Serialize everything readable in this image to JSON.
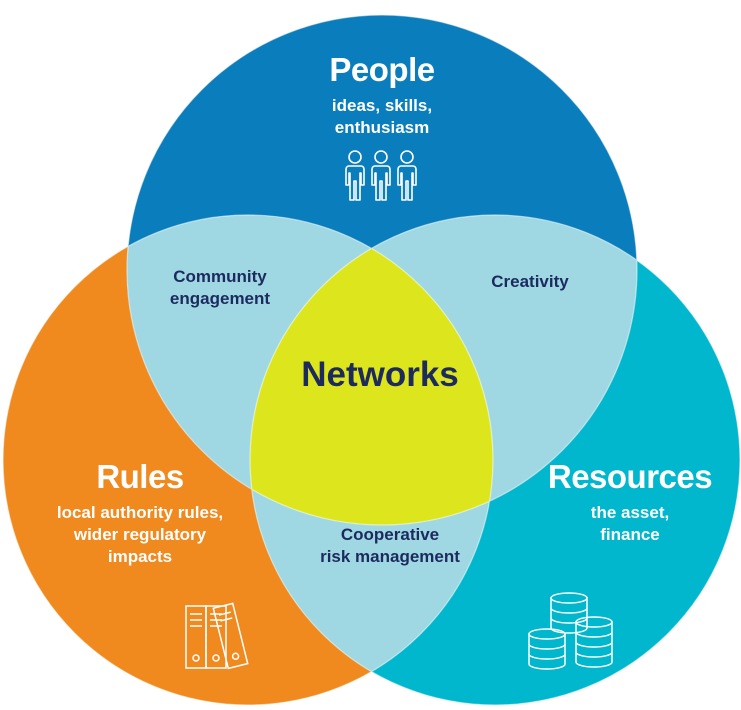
{
  "colors": {
    "people": "#0a7dbc",
    "rules": "#f08a1f",
    "resources": "#00b7cd",
    "overlap": "#9fd8e2",
    "center": "#dde61c",
    "dark_text": "#1c2a5e"
  },
  "people": {
    "title": "People",
    "subtitle_line1": "ideas, skills,",
    "subtitle_line2": "enthusiasm",
    "icon": "people-icon"
  },
  "rules": {
    "title": "Rules",
    "subtitle_line1": "local authority rules,",
    "subtitle_line2": "wider regulatory",
    "subtitle_line3": "impacts",
    "icon": "binders-icon"
  },
  "resources": {
    "title": "Resources",
    "subtitle_line1": "the asset,",
    "subtitle_line2": "finance",
    "icon": "coins-stack-icon"
  },
  "overlaps": {
    "people_rules_line1": "Community",
    "people_rules_line2": "engagement",
    "people_resources": "Creativity",
    "rules_resources_line1": "Cooperative",
    "rules_resources_line2": "risk management"
  },
  "center": {
    "label": "Networks"
  }
}
